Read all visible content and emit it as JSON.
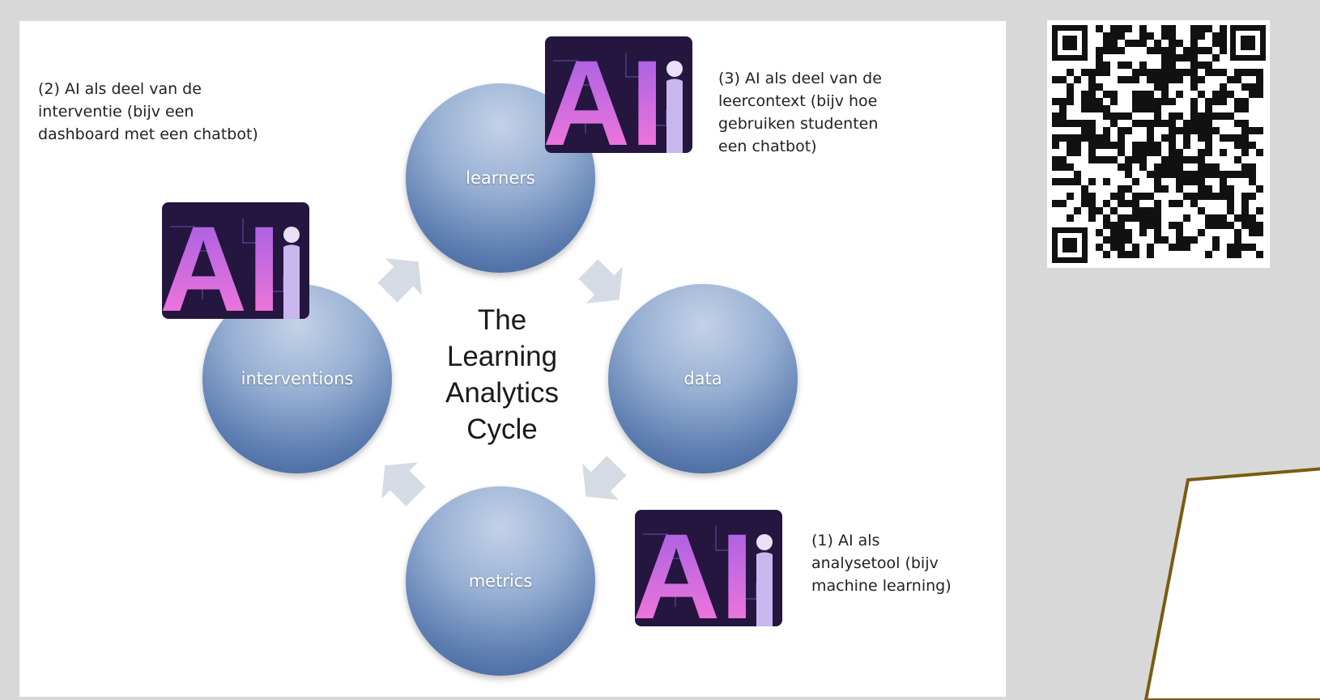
{
  "diagram": {
    "title_lines": [
      "The",
      "Learning",
      "Analytics",
      "Cycle"
    ],
    "nodes": {
      "learners": "learners",
      "data": "data",
      "metrics": "metrics",
      "interventions": "interventions"
    },
    "annotations": {
      "intervention": [
        "(2) AI als deel van de",
        "interventie (bijv een",
        "dashboard met een chatbot)"
      ],
      "context": [
        "(3) AI als deel van de",
        "leercontext (bijv hoe",
        "gebruiken studenten",
        "een chatbot)"
      ],
      "analysis": [
        "(1) AI als",
        "analysetool (bijv",
        "machine learning)"
      ]
    },
    "badge_text": "AI"
  },
  "colors": {
    "circle_dark": "#3a5d94",
    "circle_light": "#c3d2e7",
    "arrow": "#d5dbe5",
    "badge_bg": "#24163f",
    "badge_letter_top": "#9b5de5",
    "badge_letter_bottom": "#ff7ad9",
    "sticky_border": "#7a5b12"
  },
  "icons": [
    "ai-badge-icon",
    "qr-code-icon",
    "arrow-icon"
  ]
}
